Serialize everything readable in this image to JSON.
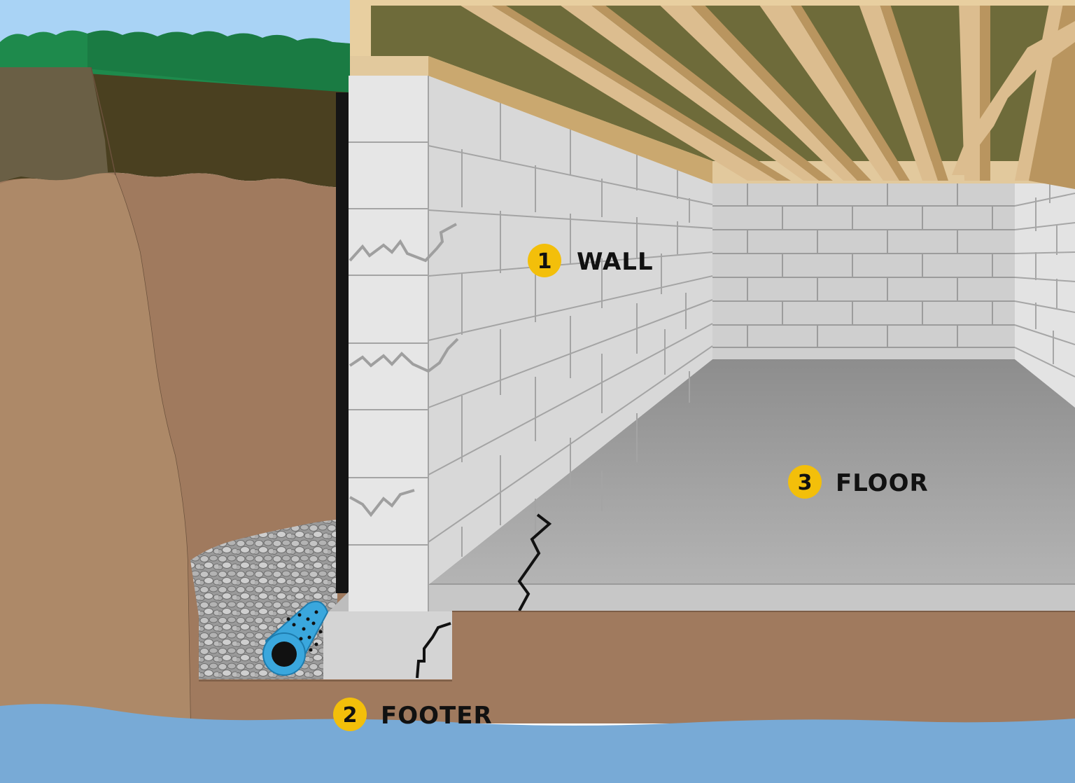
{
  "callouts": [
    {
      "number": "1",
      "label": "WALL"
    },
    {
      "number": "2",
      "label": "FOOTER"
    },
    {
      "number": "3",
      "label": "FLOOR"
    }
  ],
  "colors": {
    "sky": "#a9d3f5",
    "grass": "#1e8a4c",
    "topsoil": "#4a4020",
    "soil": "#a07a5e",
    "water": "#78aad6",
    "block": "#e2e2e2",
    "floor": "#a9a9a9",
    "joist": "#dcbd8f",
    "callout": "#f3bf0a",
    "drain_pipe": "#3aa7dd",
    "gravel": "#b9b9b9",
    "membrane": "#151515"
  }
}
